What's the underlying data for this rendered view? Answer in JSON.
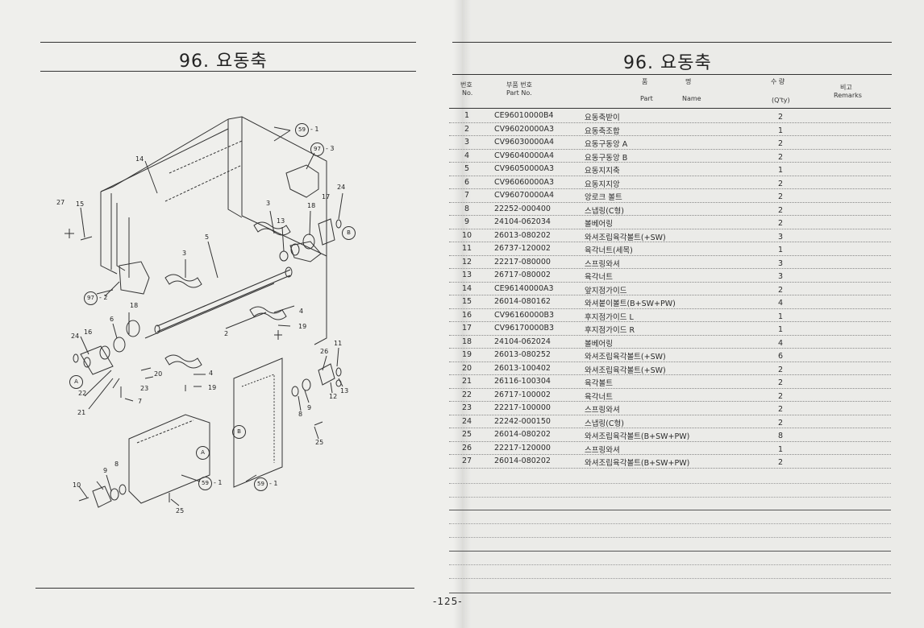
{
  "left_page": {
    "title": "96. 요동축",
    "labels": [
      "14",
      "27",
      "15",
      "5",
      "3",
      "13",
      "18",
      "17",
      "24",
      "97",
      "59",
      "1",
      "3",
      "4",
      "19",
      "6",
      "16",
      "24",
      "18",
      "97",
      "2",
      "2",
      "20",
      "4",
      "19",
      "23",
      "22",
      "7",
      "21",
      "26",
      "11",
      "12",
      "13",
      "8",
      "9",
      "25",
      "8",
      "9",
      "10",
      "25",
      "59",
      "1",
      "59",
      "1",
      "A",
      "A",
      "B",
      "B"
    ],
    "callout_97a": {
      "num": "97",
      "suffix": "- 3"
    },
    "callout_59a": {
      "num": "59",
      "suffix": "- 1"
    },
    "callout_97b": {
      "num": "97",
      "suffix": "- 2"
    },
    "callout_59b": {
      "num": "59",
      "suffix": "- 1"
    },
    "callout_59c": {
      "num": "59",
      "suffix": "- 1"
    },
    "circle_A": "A",
    "circle_B": "B"
  },
  "right_page": {
    "title": "96. 요동축",
    "headers": {
      "no_ko": "번호",
      "no_en": "No.",
      "part_ko": "부품 번호",
      "part_en": "Part  No.",
      "name_ko_1": "품",
      "name_ko_2": "명",
      "name_en_1": "Part",
      "name_en_2": "Name",
      "qty_ko": "수  량",
      "qty_en": "(Q'ty)",
      "remarks_ko": "비고",
      "remarks_en": "Remarks"
    },
    "rows": [
      {
        "no": "1",
        "part": "CE96010000B4",
        "name": "요동축받이",
        "qty": "2"
      },
      {
        "no": "2",
        "part": "CV96020000A3",
        "name": "요동축조합",
        "qty": "1"
      },
      {
        "no": "3",
        "part": "CV96030000A4",
        "name": "요동구동앙 A",
        "qty": "2"
      },
      {
        "no": "4",
        "part": "CV96040000A4",
        "name": "요동구동앙 B",
        "qty": "2"
      },
      {
        "no": "5",
        "part": "CV96050000A3",
        "name": "요동지지축",
        "qty": "1"
      },
      {
        "no": "6",
        "part": "CV96060000A3",
        "name": "요동지지앙",
        "qty": "2"
      },
      {
        "no": "7",
        "part": "CV96070000A4",
        "name": "앙로크 볼트",
        "qty": "2"
      },
      {
        "no": "8",
        "part": "22252-000400",
        "name": "스냅링(C형)",
        "qty": "2"
      },
      {
        "no": "9",
        "part": "24104-062034",
        "name": "볼베어링",
        "qty": "2"
      },
      {
        "no": "10",
        "part": "26013-080202",
        "name": "와셔조립육각볼트(+SW)",
        "qty": "3"
      },
      {
        "no": "11",
        "part": "26737-120002",
        "name": "육각너트(세목)",
        "qty": "1"
      },
      {
        "no": "12",
        "part": "22217-080000",
        "name": "스프링와셔",
        "qty": "3"
      },
      {
        "no": "13",
        "part": "26717-080002",
        "name": "육각너트",
        "qty": "3"
      },
      {
        "no": "14",
        "part": "CE96140000A3",
        "name": "앞지점가이드",
        "qty": "2"
      },
      {
        "no": "15",
        "part": "26014-080162",
        "name": "와셔붙이볼트(B+SW+PW)",
        "qty": "4"
      },
      {
        "no": "16",
        "part": "CV96160000B3",
        "name": "후지점가이드 L",
        "qty": "1"
      },
      {
        "no": "17",
        "part": "CV96170000B3",
        "name": "후지점가이드 R",
        "qty": "1"
      },
      {
        "no": "18",
        "part": "24104-062024",
        "name": "볼베어링",
        "qty": "4"
      },
      {
        "no": "19",
        "part": "26013-080252",
        "name": "와셔조립육각볼트(+SW)",
        "qty": "6"
      },
      {
        "no": "20",
        "part": "26013-100402",
        "name": "와셔조립육각볼트(+SW)",
        "qty": "2"
      },
      {
        "no": "21",
        "part": "26116-100304",
        "name": "육각볼트",
        "qty": "2"
      },
      {
        "no": "22",
        "part": "26717-100002",
        "name": "육각너트",
        "qty": "2"
      },
      {
        "no": "23",
        "part": "22217-100000",
        "name": "스프링와셔",
        "qty": "2"
      },
      {
        "no": "24",
        "part": "22242-000150",
        "name": "스냅링(C형)",
        "qty": "2"
      },
      {
        "no": "25",
        "part": "26014-080202",
        "name": "와셔조립육각볼트(B+SW+PW)",
        "qty": "8"
      },
      {
        "no": "26",
        "part": "22217-120000",
        "name": "스프링와셔",
        "qty": "1"
      },
      {
        "no": "27",
        "part": "26014-080202",
        "name": "와셔조립육각볼트(B+SW+PW)",
        "qty": "2"
      }
    ],
    "page_number": "-125-"
  }
}
